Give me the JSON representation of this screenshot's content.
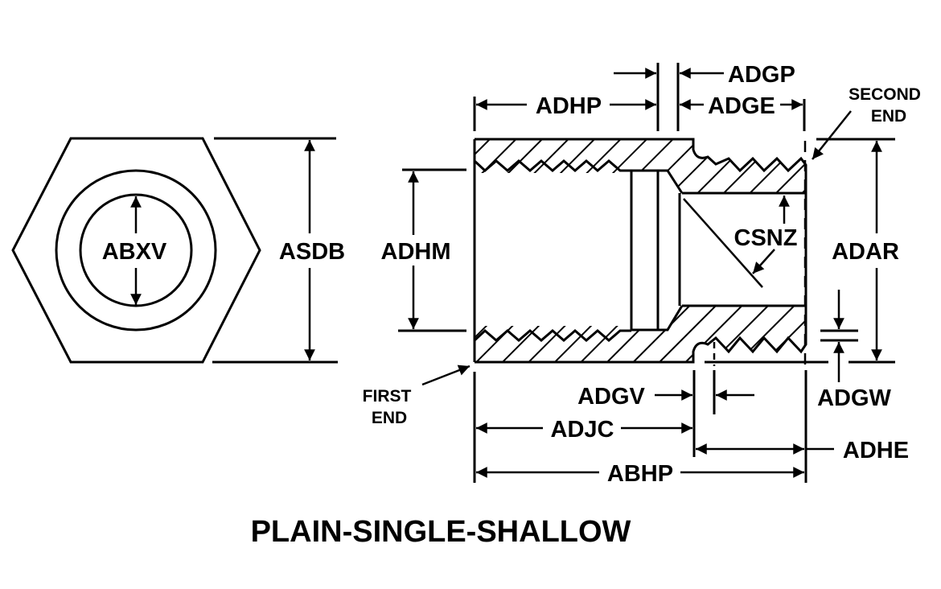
{
  "diagram": {
    "title": "PLAIN-SINGLE-SHALLOW",
    "end_view": {
      "inner_diameter_label": "ABXV",
      "across_flats_label": "ASDB"
    },
    "section_view": {
      "labels": {
        "ADHP": "ADHP",
        "ADGP": "ADGP",
        "ADGE": "ADGE",
        "ADHM": "ADHM",
        "CSNZ": "CSNZ",
        "ADAR": "ADAR",
        "ADGV": "ADGV",
        "ADGW": "ADGW",
        "ADJC": "ADJC",
        "ADHE": "ADHE",
        "ABHP": "ABHP"
      },
      "callouts": {
        "second_end_line1": "SECOND",
        "second_end_line2": "END",
        "first_end_line1": "FIRST",
        "first_end_line2": "END"
      }
    },
    "colors": {
      "ink": "#000000",
      "background": "#ffffff"
    }
  }
}
